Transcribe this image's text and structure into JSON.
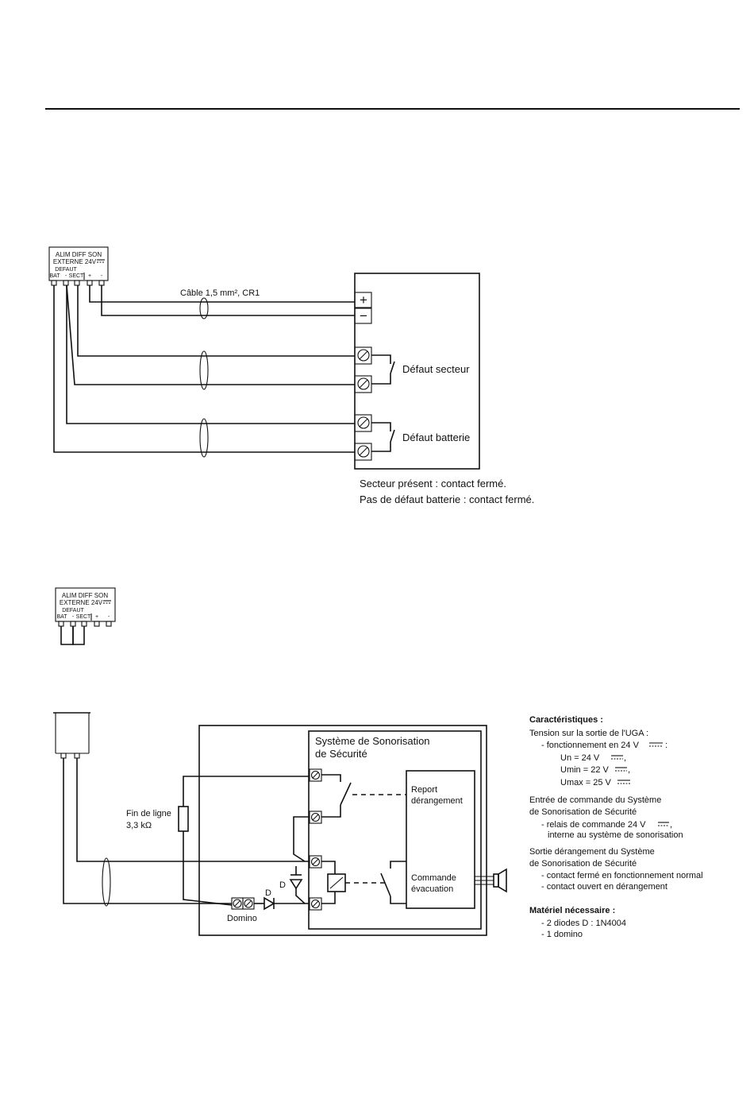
{
  "diagram1": {
    "module": {
      "line1": "ALIM DIFF SON",
      "line2": "EXTERNE 24V",
      "defaut": "DEFAUT",
      "bat": "BAT",
      "minus1": "-",
      "sect": "SECT",
      "plus": "+",
      "minus2": "-"
    },
    "cable_label": "Câble 1,5 mm², CR1",
    "terminal_plus": "+",
    "terminal_minus": "−",
    "defaut_secteur": "Défaut secteur",
    "defaut_batterie": "Défaut batterie",
    "note1": "Secteur présent : contact fermé.",
    "note2": "Pas de défaut batterie : contact fermé."
  },
  "diagram2": {
    "module": {
      "line1": "ALIM DIFF SON",
      "line2": "EXTERNE 24V",
      "defaut": "DEFAUT",
      "bat": "BAT",
      "minus1": "-",
      "sect": "SECT",
      "plus": "+",
      "minus2": "-"
    }
  },
  "diagram3": {
    "system_title1": "Système de Sonorisation",
    "system_title2": "de Sécurité",
    "report1": "Report",
    "report2": "dérangement",
    "commande1": "Commande",
    "commande2": "évacuation",
    "fin_ligne1": "Fin de ligne",
    "fin_ligne2": "3,3 kΩ",
    "domino": "Domino",
    "diode_label": "D",
    "diode_label2": "D"
  },
  "specs": {
    "title": "Caractéristiques :",
    "tension": "Tension sur la sortie de l'UGA :",
    "fonctionnement": "- fonctionnement en 24 V",
    "un": "Un = 24 V",
    "umin": "Umin = 22 V",
    "umax": "Umax = 25 V",
    "entree1": "Entrée de commande du Système",
    "entree2": "de Sonorisation de Sécurité",
    "relais1": "- relais de commande 24 V",
    "relais2": "interne au système de sonorisation",
    "sortie1": "Sortie dérangement du Système",
    "sortie2": "de Sonorisation de Sécurité",
    "ferme": "- contact fermé en fonctionnement normal",
    "ouvert": "- contact ouvert en dérangement",
    "materiel": "Matériel nécessaire :",
    "diodes": "- 2 diodes D : 1N4004",
    "dominos": "- 1 domino"
  }
}
